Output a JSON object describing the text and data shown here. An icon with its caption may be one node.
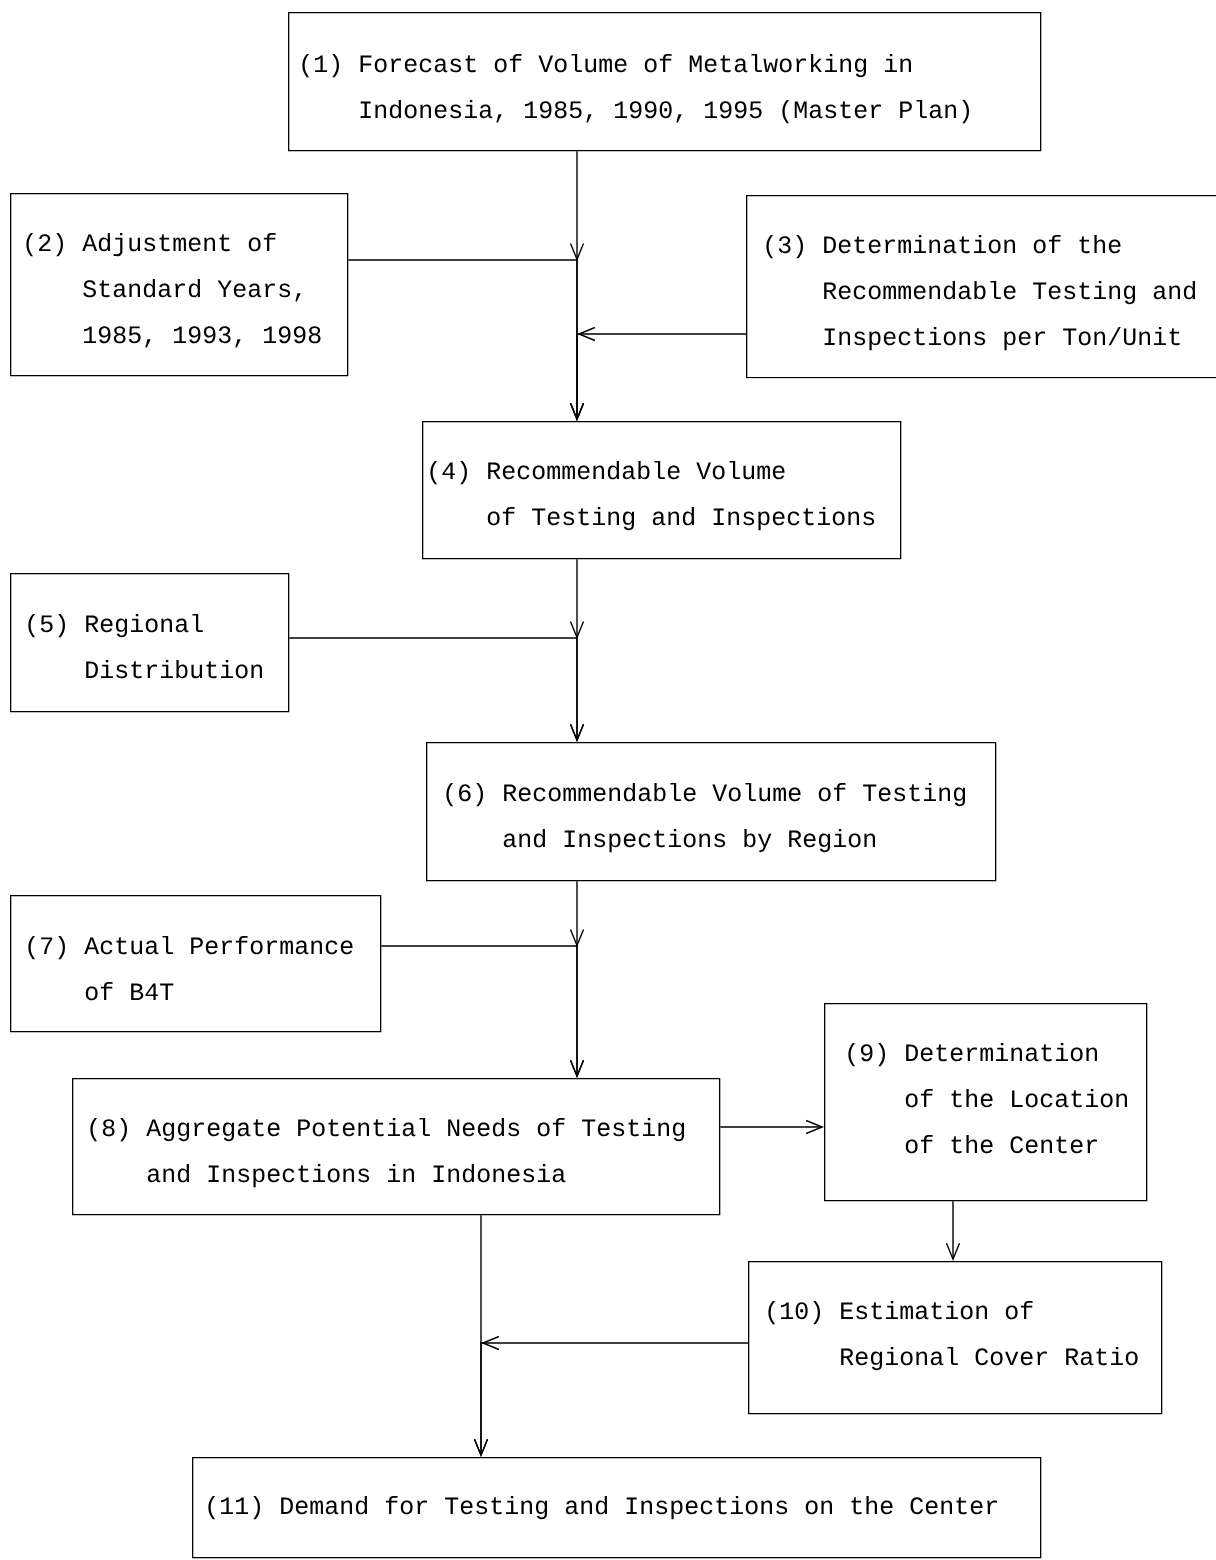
{
  "diagram": {
    "nodes": [
      {
        "text": [
          "(1) Forecast of Volume of Metalworking in Indonesia, 1985, 1990, 1995 (Master Plan)"
        ]
      },
      {
        "text": [
          "(2) Adjustment of Standard Years, 1985, 1993, 1998"
        ]
      },
      {
        "text": [
          "(3) Determination of the Recommendable Testing and Inspections per Ton/Unit"
        ]
      },
      {
        "text": [
          "(4) Recommendable Volume of Testing and Inspections"
        ]
      },
      {
        "text": [
          "(5) Regional Distribution"
        ]
      },
      {
        "text": [
          "(6) Recommendable Volume of Testing and Inspections by Region"
        ]
      },
      {
        "text": [
          "(7) Actual Performance of B4T"
        ]
      },
      {
        "text": [
          "(8) Aggregate Potential Needs of Testing and Inspections in Indonesia"
        ]
      },
      {
        "text": [
          "(9) Determination of the Location of the Center"
        ]
      },
      {
        "text": [
          "(10) Estimation of Regional Cover Ratio"
        ]
      },
      {
        "text": [
          "(11) Demand for Testing and Inspections on the Center"
        ]
      }
    ],
    "edges": [
      {
        "from": 0,
        "to": 3,
        "arrow": "to"
      },
      {
        "from": 1,
        "to": 3,
        "arrow": "to"
      },
      {
        "from": 2,
        "to": 3,
        "arrow": "to"
      },
      {
        "from": 3,
        "to": 5,
        "arrow": "to"
      },
      {
        "from": 4,
        "to": 5,
        "arrow": "to"
      },
      {
        "from": 5,
        "to": 7,
        "arrow": "to"
      },
      {
        "from": 6,
        "to": 7,
        "arrow": "to"
      },
      {
        "from": 7,
        "to": 8,
        "arrow": "to"
      },
      {
        "from": 8,
        "to": 9,
        "arrow": "to"
      },
      {
        "from": 9,
        "to": 10,
        "arrow": "to"
      },
      {
        "from": 7,
        "to": 10,
        "arrow": "to"
      }
    ]
  }
}
